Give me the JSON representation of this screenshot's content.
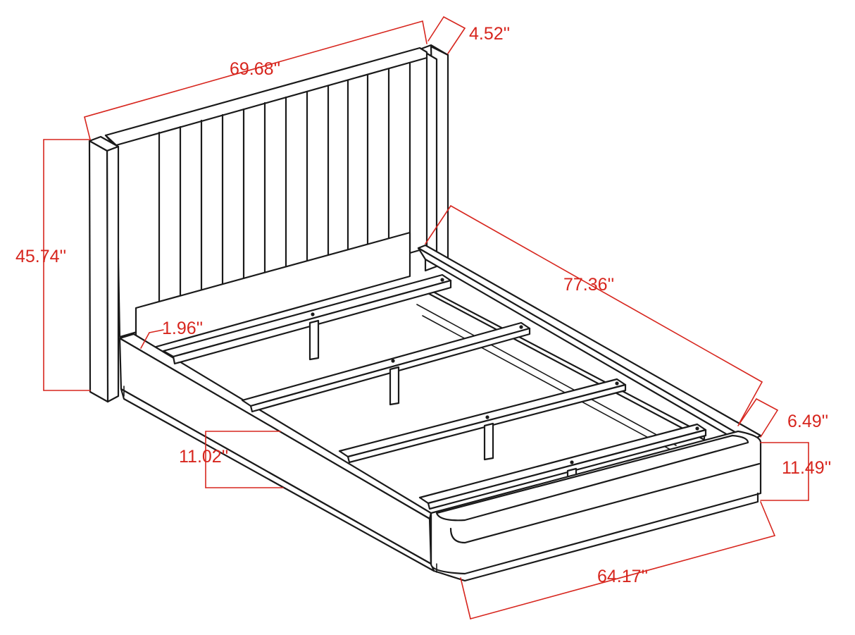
{
  "diagram": {
    "dimensions": {
      "headboard_width": "69.68''",
      "headboard_depth": "4.52''",
      "headboard_height": "45.74''",
      "side_rail_length": "77.36''",
      "rail_thickness": "1.96''",
      "frame_height": "11.02''",
      "foot_depth": "6.49''",
      "foot_height": "11.49''",
      "foot_width": "64.17''"
    },
    "colors": {
      "dimension": "#d7261e",
      "outline": "#1a1a1a"
    }
  }
}
